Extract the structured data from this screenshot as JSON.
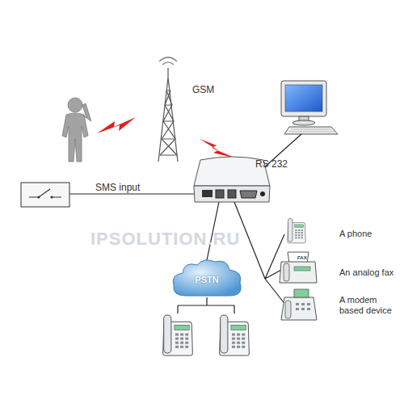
{
  "diagram": {
    "nodes": [
      {
        "text": [
          "PSTN"
        ]
      }
    ],
    "labels": [
      "GSM",
      "RS 232",
      "SMS input",
      "A phone",
      "An analog fax",
      "A modem based device",
      "IPSOLUTION.RU"
    ]
  }
}
